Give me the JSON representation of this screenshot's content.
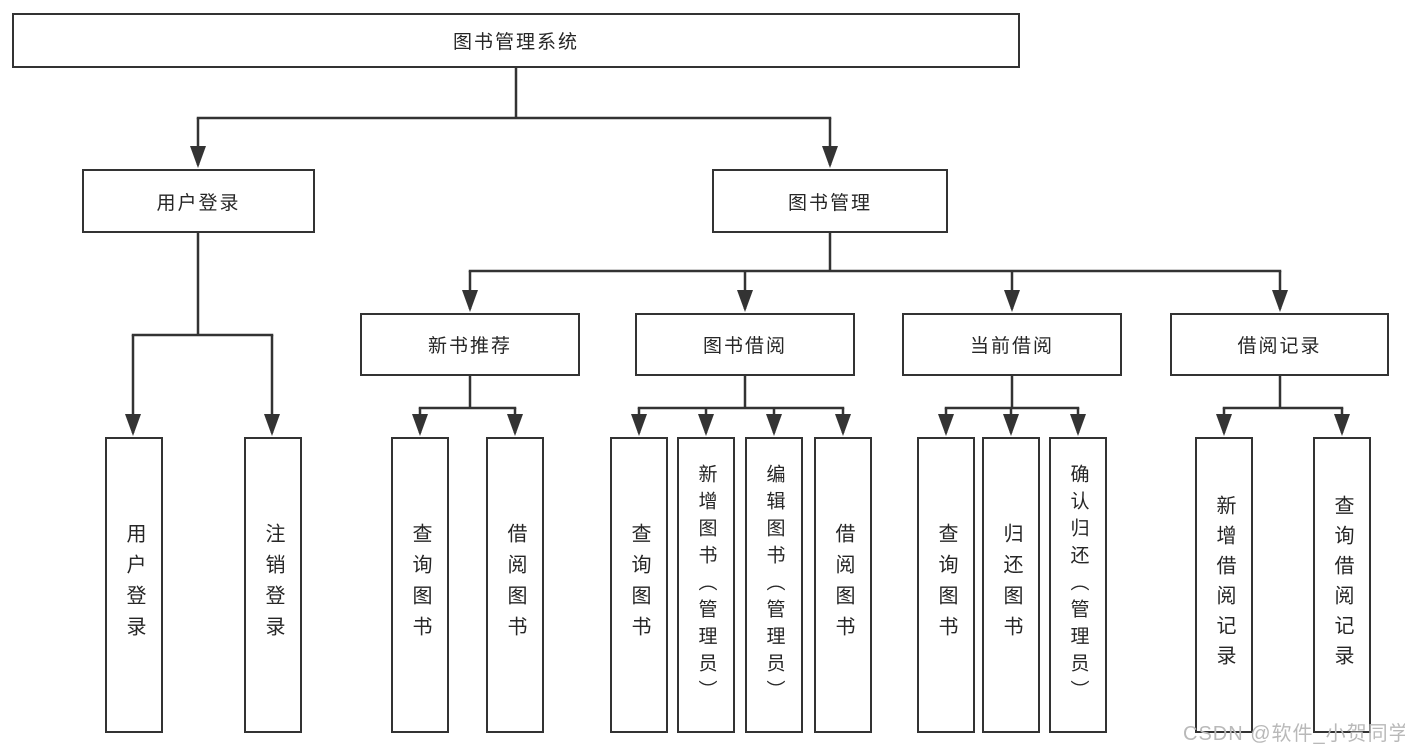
{
  "diagram": {
    "title": "图书管理系统",
    "level2": {
      "user_login": "用户登录",
      "book_management": "图书管理"
    },
    "level3": {
      "new_books": "新书推荐",
      "borrowing": "图书借阅",
      "current": "当前借阅",
      "records": "借阅记录"
    },
    "leaves": {
      "user_login": [
        "用户登录",
        "注销登录"
      ],
      "new_books": [
        "查询图书",
        "借阅图书"
      ],
      "borrowing": [
        "查询图书",
        "新增图书（管理员）",
        "编辑图书（管理员）",
        "借阅图书"
      ],
      "current": [
        "查询图书",
        "归还图书",
        "确认归还（管理员）"
      ],
      "records": [
        "新增借阅记录",
        "查询借阅记录"
      ]
    }
  },
  "colors": {
    "line": "#333333",
    "box_border": "#333333",
    "text": "#262626",
    "background": "#ffffff",
    "watermark": "#b9b9b9"
  },
  "watermark": "CSDN @软件_小贺同学"
}
